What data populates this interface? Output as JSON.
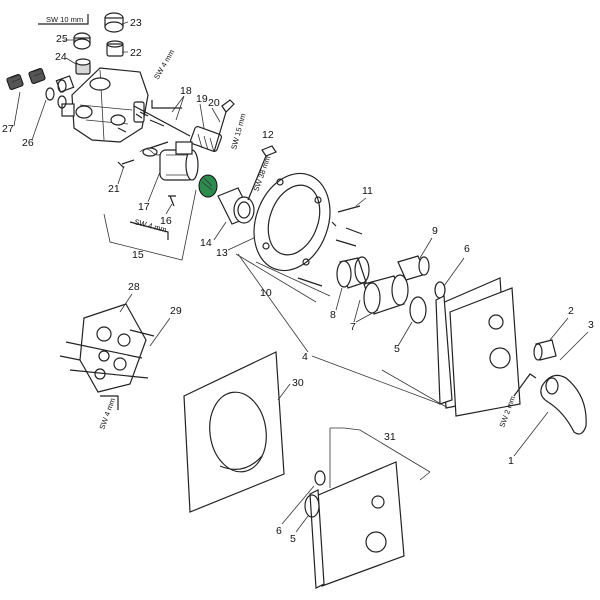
{
  "diagram": {
    "title": "Exploded parts view – concealed shower mixer",
    "part_numbers": [
      "1",
      "2",
      "3",
      "4",
      "5",
      "6",
      "7",
      "8",
      "9",
      "10",
      "11",
      "12",
      "13",
      "14",
      "15",
      "16",
      "17",
      "18",
      "19",
      "20",
      "21",
      "22",
      "23",
      "24",
      "25",
      "26",
      "27",
      "28",
      "29",
      "30",
      "31"
    ],
    "tool_labels": {
      "sw10": "SW 10 mm",
      "sw4_top": "SW 4 mm",
      "sw15": "SW 15 mm",
      "sw38": "SW 38 mm",
      "sw4_mid": "SW 4 mm",
      "sw4_bot": "SW 4 mm",
      "sw2": "SW 2 mm"
    },
    "colors": {
      "line": "#222222",
      "accent_green": "#2e8b4e",
      "ring_blue": "#7a9cc6"
    }
  }
}
